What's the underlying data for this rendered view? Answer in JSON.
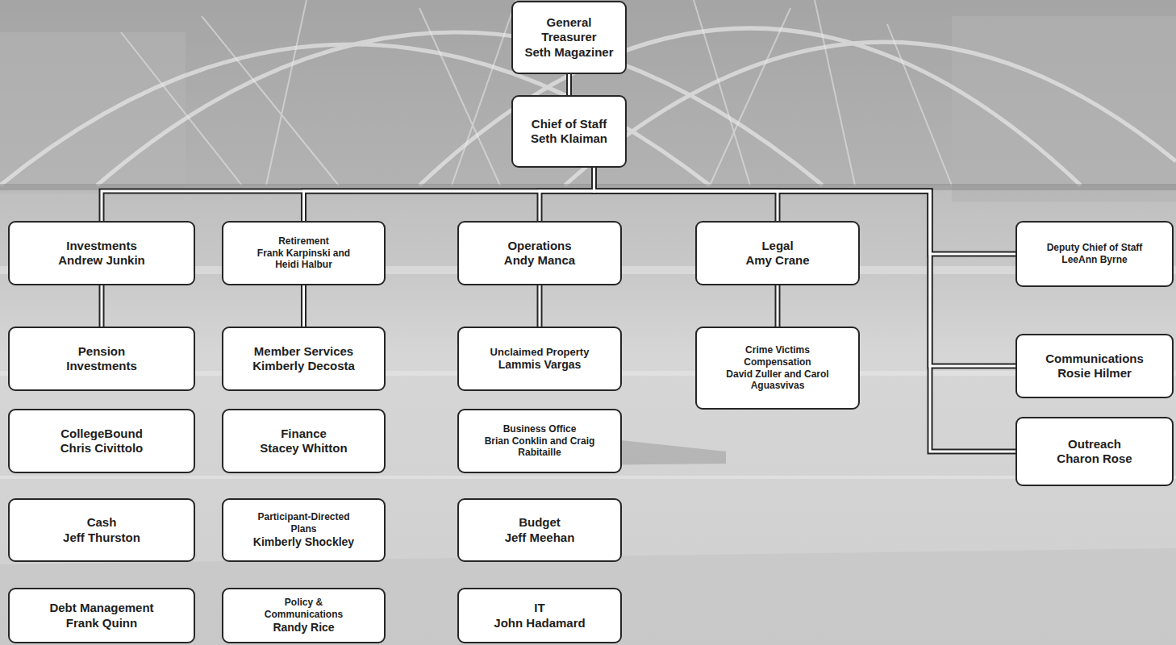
{
  "diagram": {
    "nodes": [
      {
        "text": [
          "General Treasurer",
          "Seth Magaziner"
        ]
      },
      {
        "text": [
          "Chief of Staff",
          "Seth Klaiman"
        ]
      },
      {
        "text": [
          "Investments",
          "Andrew Junkin"
        ]
      },
      {
        "text": [
          "Retirement",
          "Frank Karpinski and Heidi Halbur"
        ]
      },
      {
        "text": [
          "Operations",
          "Andy Manca"
        ]
      },
      {
        "text": [
          "Legal",
          "Amy Crane"
        ]
      },
      {
        "text": [
          "Deputy Chief of Staff",
          "LeeAnn Byrne"
        ]
      },
      {
        "text": [
          "Communications",
          "Rosie Hilmer"
        ]
      },
      {
        "text": [
          "Outreach",
          "Charon Rose"
        ]
      },
      {
        "text": [
          "Pension Investments"
        ]
      },
      {
        "text": [
          "CollegeBound",
          "Chris Civittolo"
        ]
      },
      {
        "text": [
          "Cash",
          "Jeff Thurston"
        ]
      },
      {
        "text": [
          "Debt Management",
          "Frank Quinn"
        ]
      },
      {
        "text": [
          "Member Services",
          "Kimberly Decosta"
        ]
      },
      {
        "text": [
          "Finance",
          "Stacey Whitton"
        ]
      },
      {
        "text": [
          "Participant-Directed Plans",
          "Kimberly Shockley"
        ]
      },
      {
        "text": [
          "Policy & Communications",
          "Randy Rice"
        ]
      },
      {
        "text": [
          "Unclaimed Property",
          "Lammis Vargas"
        ]
      },
      {
        "text": [
          "Business Office",
          "Brian Conklin and Craig Rabitaille"
        ]
      },
      {
        "text": [
          "Budget",
          "Jeff Meehan"
        ]
      },
      {
        "text": [
          "IT",
          "John Hadamard"
        ]
      },
      {
        "text": [
          "Crime Victims Compensation",
          "David Zuller and Carol Aguasvivas"
        ]
      }
    ],
    "edges": [
      {
        "from": 0,
        "to": 1,
        "arrow": "none"
      },
      {
        "from": 1,
        "to": 2,
        "arrow": "none"
      },
      {
        "from": 1,
        "to": 3,
        "arrow": "none"
      },
      {
        "from": 1,
        "to": 4,
        "arrow": "none"
      },
      {
        "from": 1,
        "to": 5,
        "arrow": "none"
      },
      {
        "from": 1,
        "to": 6,
        "arrow": "none"
      },
      {
        "from": 1,
        "to": 7,
        "arrow": "none"
      },
      {
        "from": 1,
        "to": 8,
        "arrow": "none"
      },
      {
        "from": 2,
        "to": 9,
        "arrow": "none"
      },
      {
        "from": 3,
        "to": 13,
        "arrow": "none"
      },
      {
        "from": 4,
        "to": 17,
        "arrow": "none"
      },
      {
        "from": 5,
        "to": 21,
        "arrow": "none"
      }
    ]
  }
}
